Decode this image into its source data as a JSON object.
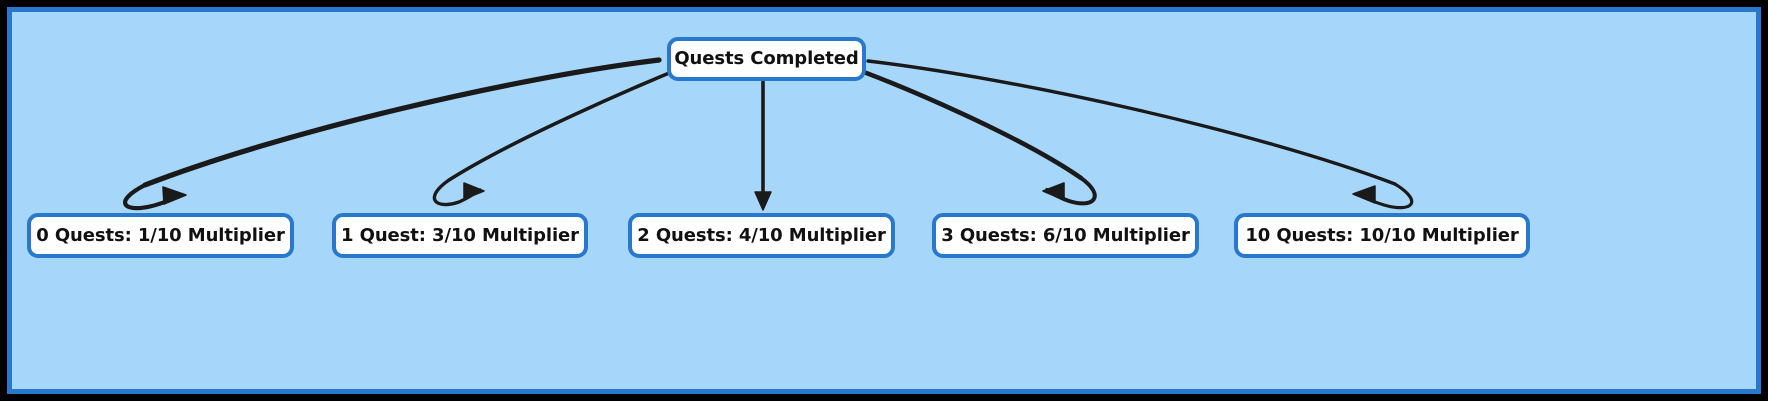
{
  "diagram": {
    "type": "flowchart",
    "orientation": "top-down",
    "title_node": "Quests Completed",
    "colors": {
      "canvas_background": "#a6d7fb",
      "node_border": "#2878cd",
      "node_fill": "#ffffff",
      "node_text": "#111111",
      "edge_stroke": "#1a1a1a",
      "outer_frame": "#000000"
    },
    "root": {
      "id": "root",
      "label": "Quests Completed"
    },
    "children": [
      {
        "id": "q0",
        "label": "0 Quests: 1/10 Multiplier",
        "quests": 0,
        "multiplier_numerator": 1,
        "multiplier_denominator": 10,
        "arrowhead": "curled-right"
      },
      {
        "id": "q1",
        "label": "1 Quest: 3/10 Multiplier",
        "quests": 1,
        "multiplier_numerator": 3,
        "multiplier_denominator": 10,
        "arrowhead": "curled-right"
      },
      {
        "id": "q2",
        "label": "2 Quests: 4/10 Multiplier",
        "quests": 2,
        "multiplier_numerator": 4,
        "multiplier_denominator": 10,
        "arrowhead": "straight-down"
      },
      {
        "id": "q3",
        "label": "3 Quests: 6/10 Multiplier",
        "quests": 3,
        "multiplier_numerator": 6,
        "multiplier_denominator": 10,
        "arrowhead": "curled-left"
      },
      {
        "id": "q10",
        "label": "10 Quests: 10/10 Multiplier",
        "quests": 10,
        "multiplier_numerator": 10,
        "multiplier_denominator": 10,
        "arrowhead": "curled-left"
      }
    ]
  }
}
